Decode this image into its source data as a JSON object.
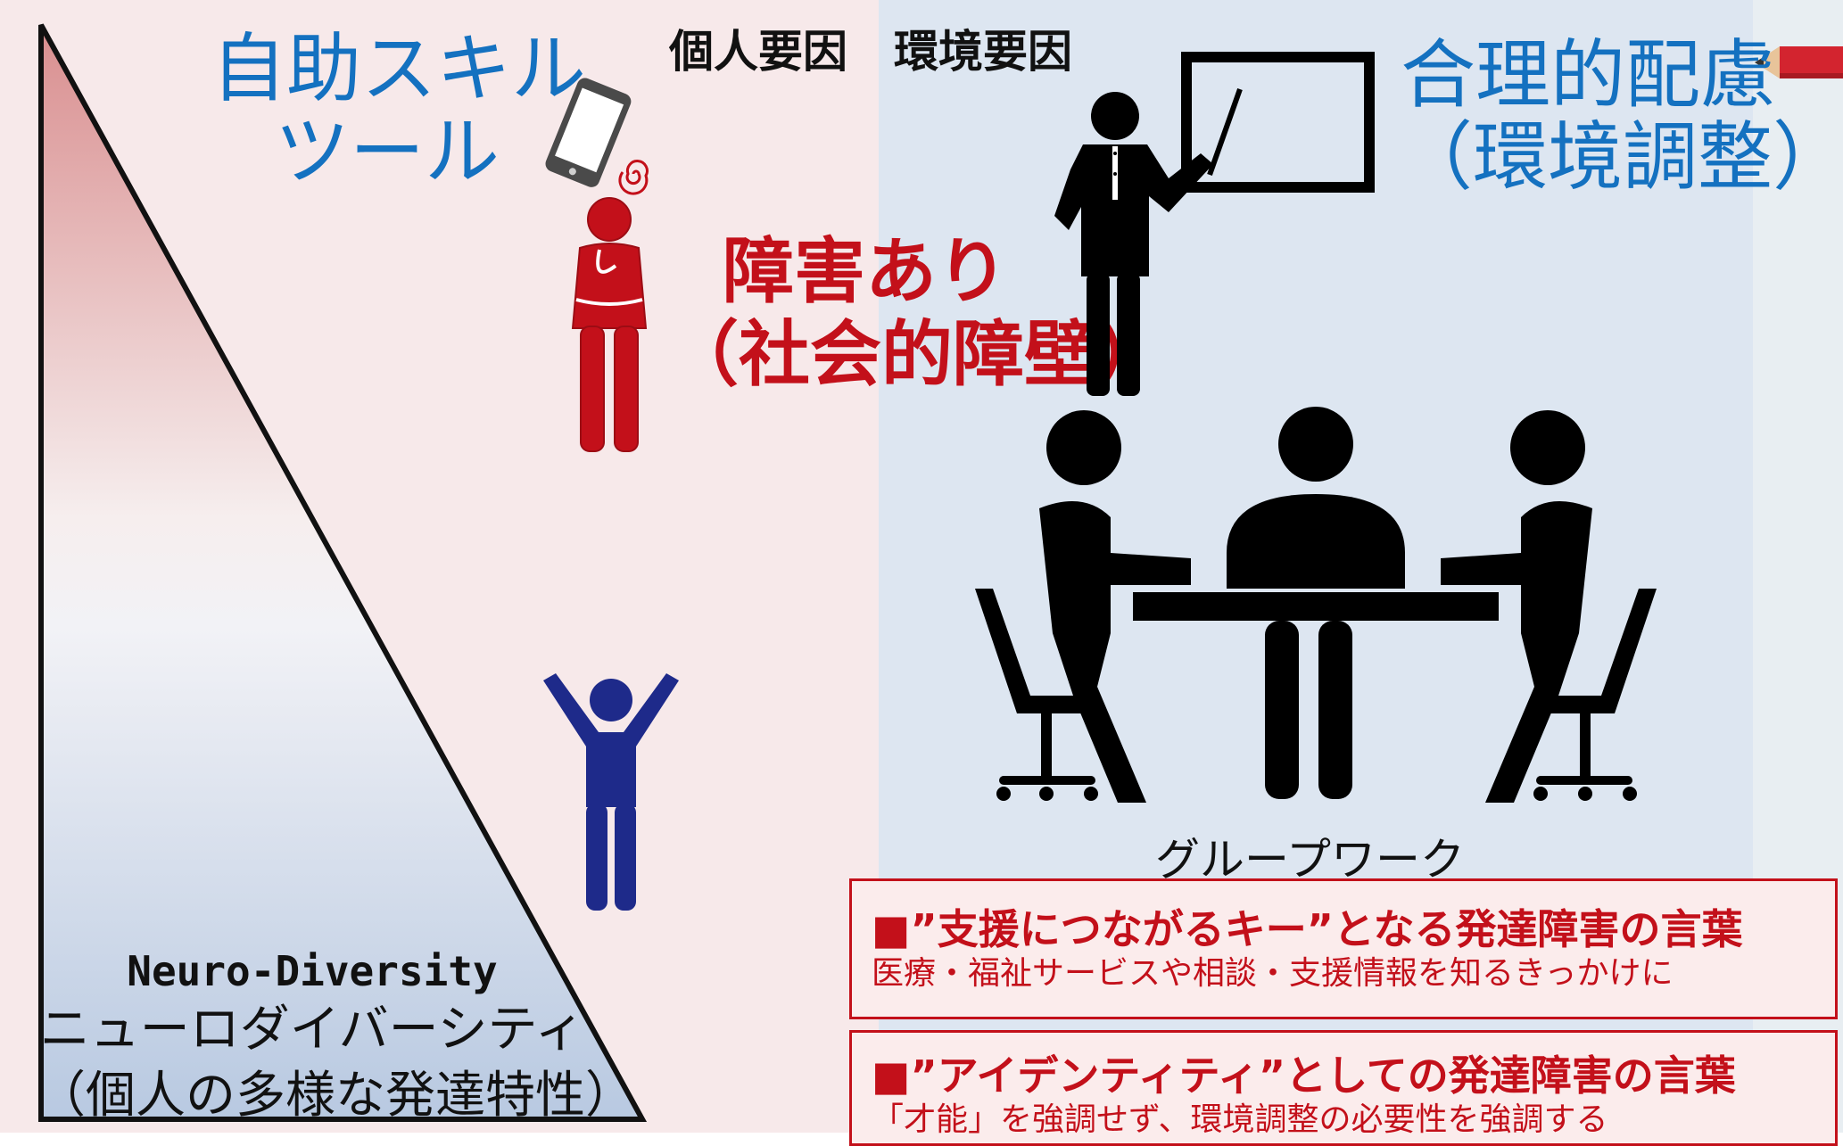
{
  "header": {
    "personal_factor": "個人要因",
    "environmental_factor": "環境要因"
  },
  "left": {
    "self_help_line1": "自助スキル",
    "self_help_line2": "ツール",
    "disability_line1": "障害あり",
    "disability_line2": "（社会的障壁）",
    "neuro_en": "Neuro-Diversity",
    "neuro_jp": "ニューロダイバーシティ",
    "neuro_desc": "（個人の多様な発達特性）"
  },
  "right": {
    "accommodation_line1": "合理的配慮",
    "accommodation_line2": "（環境調整）",
    "group_work": "グループワーク"
  },
  "boxes": [
    {
      "heading": "■”支援につながるキー”となる発達障害の言葉",
      "sub": "医療・福祉サービスや相談・支援情報を知るきっかけに"
    },
    {
      "heading": "■”アイデンティティ”としての発達障害の言葉",
      "sub": "「才能」を強調せず、環境調整の必要性を強調する"
    }
  ],
  "colors": {
    "accent_blue": "#1471c0",
    "accent_red": "#c3101a",
    "figure_navy": "#1e2a8a",
    "figure_black": "#000000"
  },
  "icons": [
    "smartphone-icon",
    "confused-person-icon",
    "happy-person-icon",
    "teacher-board-icon",
    "group-meeting-icon",
    "pencil-icon"
  ]
}
